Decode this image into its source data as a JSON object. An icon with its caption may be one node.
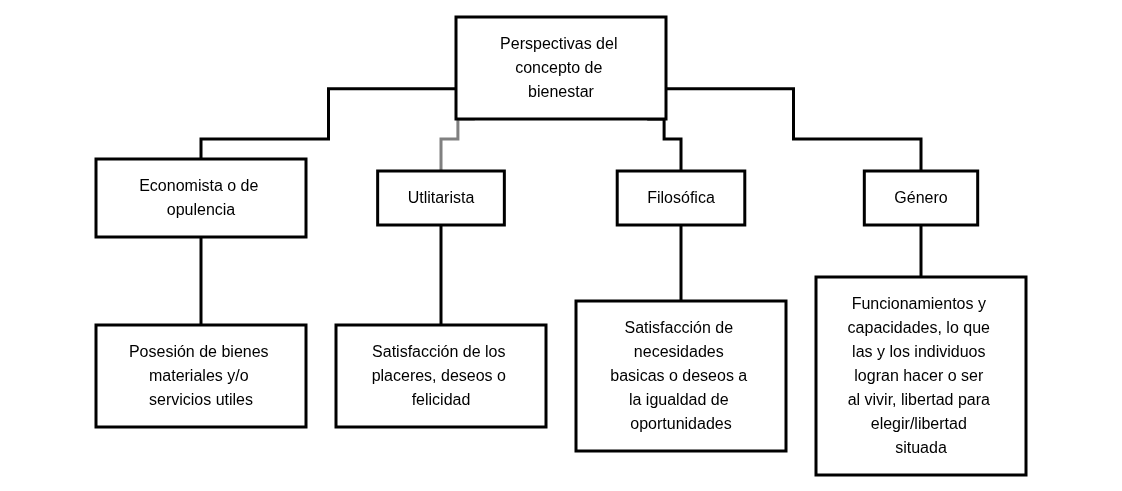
{
  "diagram": {
    "nodes": [
      {
        "text": [
          "Perspectivas del concepto de bienestar"
        ]
      },
      {
        "text": [
          "Economista o de opulencia"
        ]
      },
      {
        "text": [
          "Utlitarista"
        ]
      },
      {
        "text": [
          "Filosófica"
        ]
      },
      {
        "text": [
          "Género"
        ]
      },
      {
        "text": [
          "Posesión de bienes materiales y/o servicios utiles"
        ]
      },
      {
        "text": [
          "Satisfacción de los placeres, deseos o felicidad"
        ]
      },
      {
        "text": [
          "Satisfacción de necesidades basicas o deseos a la igualdad de oportunidades"
        ]
      },
      {
        "text": [
          "Funcionamientos y capacidades, lo que las y los individuos logran hacer o ser al vivir, libertad para elegir/libertad situada"
        ]
      }
    ],
    "edges": [
      {
        "from": 0,
        "to": 1,
        "arrow": "none"
      },
      {
        "from": 0,
        "to": 2,
        "arrow": "none",
        "color": "#808080"
      },
      {
        "from": 0,
        "to": 3,
        "arrow": "none"
      },
      {
        "from": 0,
        "to": 4,
        "arrow": "none"
      },
      {
        "from": 1,
        "to": 5,
        "arrow": "none"
      },
      {
        "from": 2,
        "to": 6,
        "arrow": "none"
      },
      {
        "from": 3,
        "to": 7,
        "arrow": "none"
      },
      {
        "from": 4,
        "to": 8,
        "arrow": "none"
      }
    ]
  }
}
